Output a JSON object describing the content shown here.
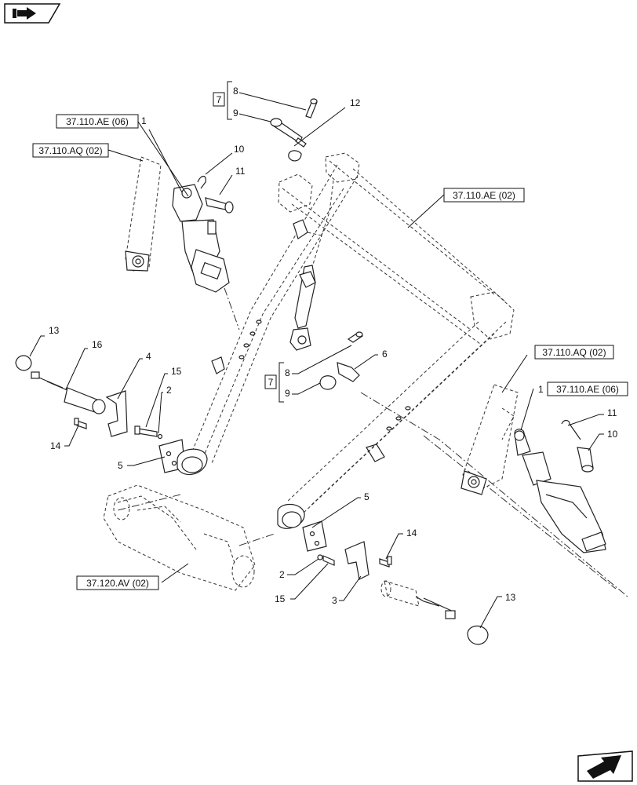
{
  "references": {
    "ae06_top": "37.110.AE (06)",
    "aq02_top": "37.110.AQ (02)",
    "ae02": "37.110.AE (02)",
    "aq02_right": "37.110.AQ (02)",
    "ae06_right": "37.110.AE (06)",
    "av02": "37.120.AV (02)"
  },
  "groups": {
    "top_box": "7",
    "mid_box": "7"
  },
  "callouts": {
    "c8_top": "8",
    "c9_top": "9",
    "c12": "12",
    "c1_left": "1",
    "c10_left": "10",
    "c11_left": "11",
    "c13_left": "13",
    "c16": "16",
    "c4": "4",
    "c15_left": "15",
    "c2_left": "2",
    "c14_left": "14",
    "c5_left": "5",
    "c8_mid": "8",
    "c9_mid": "9",
    "c6": "6",
    "c1_right": "1",
    "c11_right": "11",
    "c10_right": "10",
    "c5_right": "5",
    "c2_right": "2",
    "c15_right": "15",
    "c3": "3",
    "c14_right": "14",
    "c13_right": "13"
  },
  "icons": {
    "top_left": "book-arrow-icon",
    "bottom_right": "next-page-arrow-icon"
  }
}
